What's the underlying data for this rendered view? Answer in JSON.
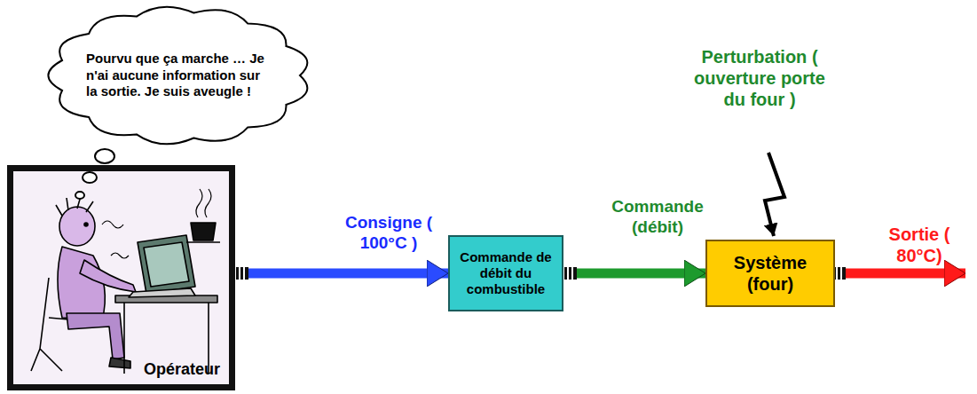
{
  "diagram": {
    "nodes": [
      {
        "text": [
          "Pourvu que ça marche … Je n'ai aucune information sur la sortie. Je suis aveugle !"
        ]
      },
      {
        "text": [
          "Opérateur"
        ]
      },
      {
        "text": [
          "Commande de débit du combustible"
        ]
      },
      {
        "text": [
          "Système (four)"
        ]
      }
    ],
    "edges": [
      {
        "from": 1,
        "to": 2,
        "label": "Consigne ( 100°C )",
        "arrow": "to"
      },
      {
        "from": 2,
        "to": 3,
        "label": "Commande (débit)",
        "arrow": "to"
      }
    ],
    "labels": [
      "Perturbation ( ouverture porte du four )",
      "Sortie ( 80°C)"
    ]
  }
}
